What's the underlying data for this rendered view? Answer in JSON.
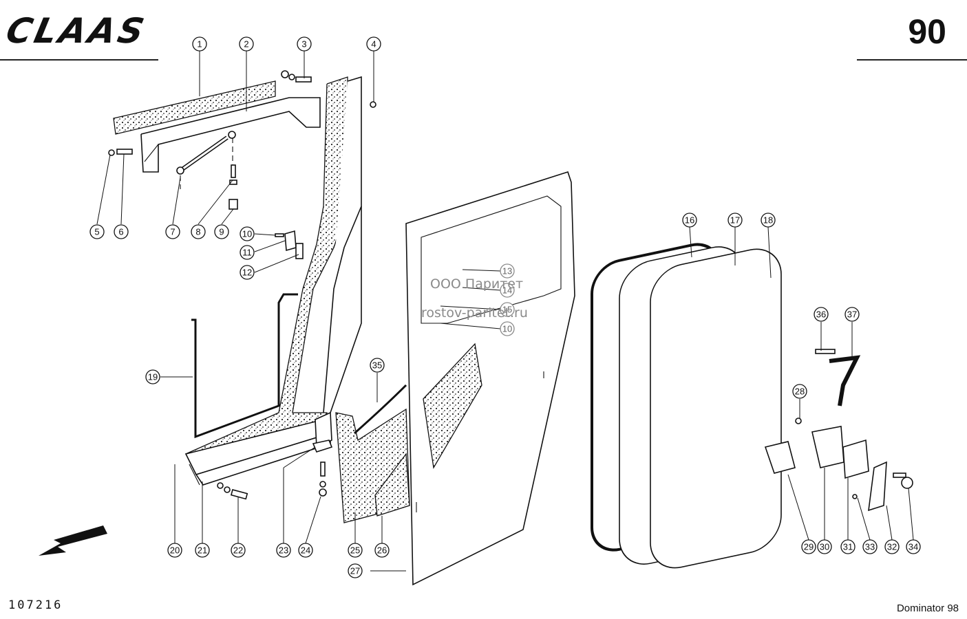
{
  "header": {
    "logo_text": "CLAAS",
    "page_number": "90"
  },
  "footer": {
    "drawing_number": "107216",
    "model_name": "Dominator 98"
  },
  "watermark": {
    "line1": "ООО Паритет",
    "line2": "rostov-paritet.ru"
  },
  "callouts": [
    {
      "id": "c1",
      "label": "1"
    },
    {
      "id": "c2",
      "label": "2"
    },
    {
      "id": "c3",
      "label": "3"
    },
    {
      "id": "c4",
      "label": "4"
    },
    {
      "id": "c5",
      "label": "5"
    },
    {
      "id": "c6",
      "label": "6"
    },
    {
      "id": "c7",
      "label": "7"
    },
    {
      "id": "c8",
      "label": "8"
    },
    {
      "id": "c9",
      "label": "9"
    },
    {
      "id": "c10",
      "label": "10"
    },
    {
      "id": "c11",
      "label": "11"
    },
    {
      "id": "c12",
      "label": "12"
    },
    {
      "id": "c13",
      "label": "13"
    },
    {
      "id": "c14",
      "label": "14"
    },
    {
      "id": "c15",
      "label": "15"
    },
    {
      "id": "c10b",
      "label": "10"
    },
    {
      "id": "c16",
      "label": "16"
    },
    {
      "id": "c17",
      "label": "17"
    },
    {
      "id": "c18",
      "label": "18"
    },
    {
      "id": "c19",
      "label": "19"
    },
    {
      "id": "c20",
      "label": "20"
    },
    {
      "id": "c21",
      "label": "21"
    },
    {
      "id": "c22",
      "label": "22"
    },
    {
      "id": "c23",
      "label": "23"
    },
    {
      "id": "c24",
      "label": "24"
    },
    {
      "id": "c25",
      "label": "25"
    },
    {
      "id": "c26",
      "label": "26"
    },
    {
      "id": "c27",
      "label": "27"
    },
    {
      "id": "c28",
      "label": "28"
    },
    {
      "id": "c29",
      "label": "29"
    },
    {
      "id": "c30",
      "label": "30"
    },
    {
      "id": "c31",
      "label": "31"
    },
    {
      "id": "c32",
      "label": "32"
    },
    {
      "id": "c33",
      "label": "33"
    },
    {
      "id": "c34",
      "label": "34"
    },
    {
      "id": "c35",
      "label": "35"
    },
    {
      "id": "c36",
      "label": "36"
    },
    {
      "id": "c37",
      "label": "37"
    }
  ]
}
